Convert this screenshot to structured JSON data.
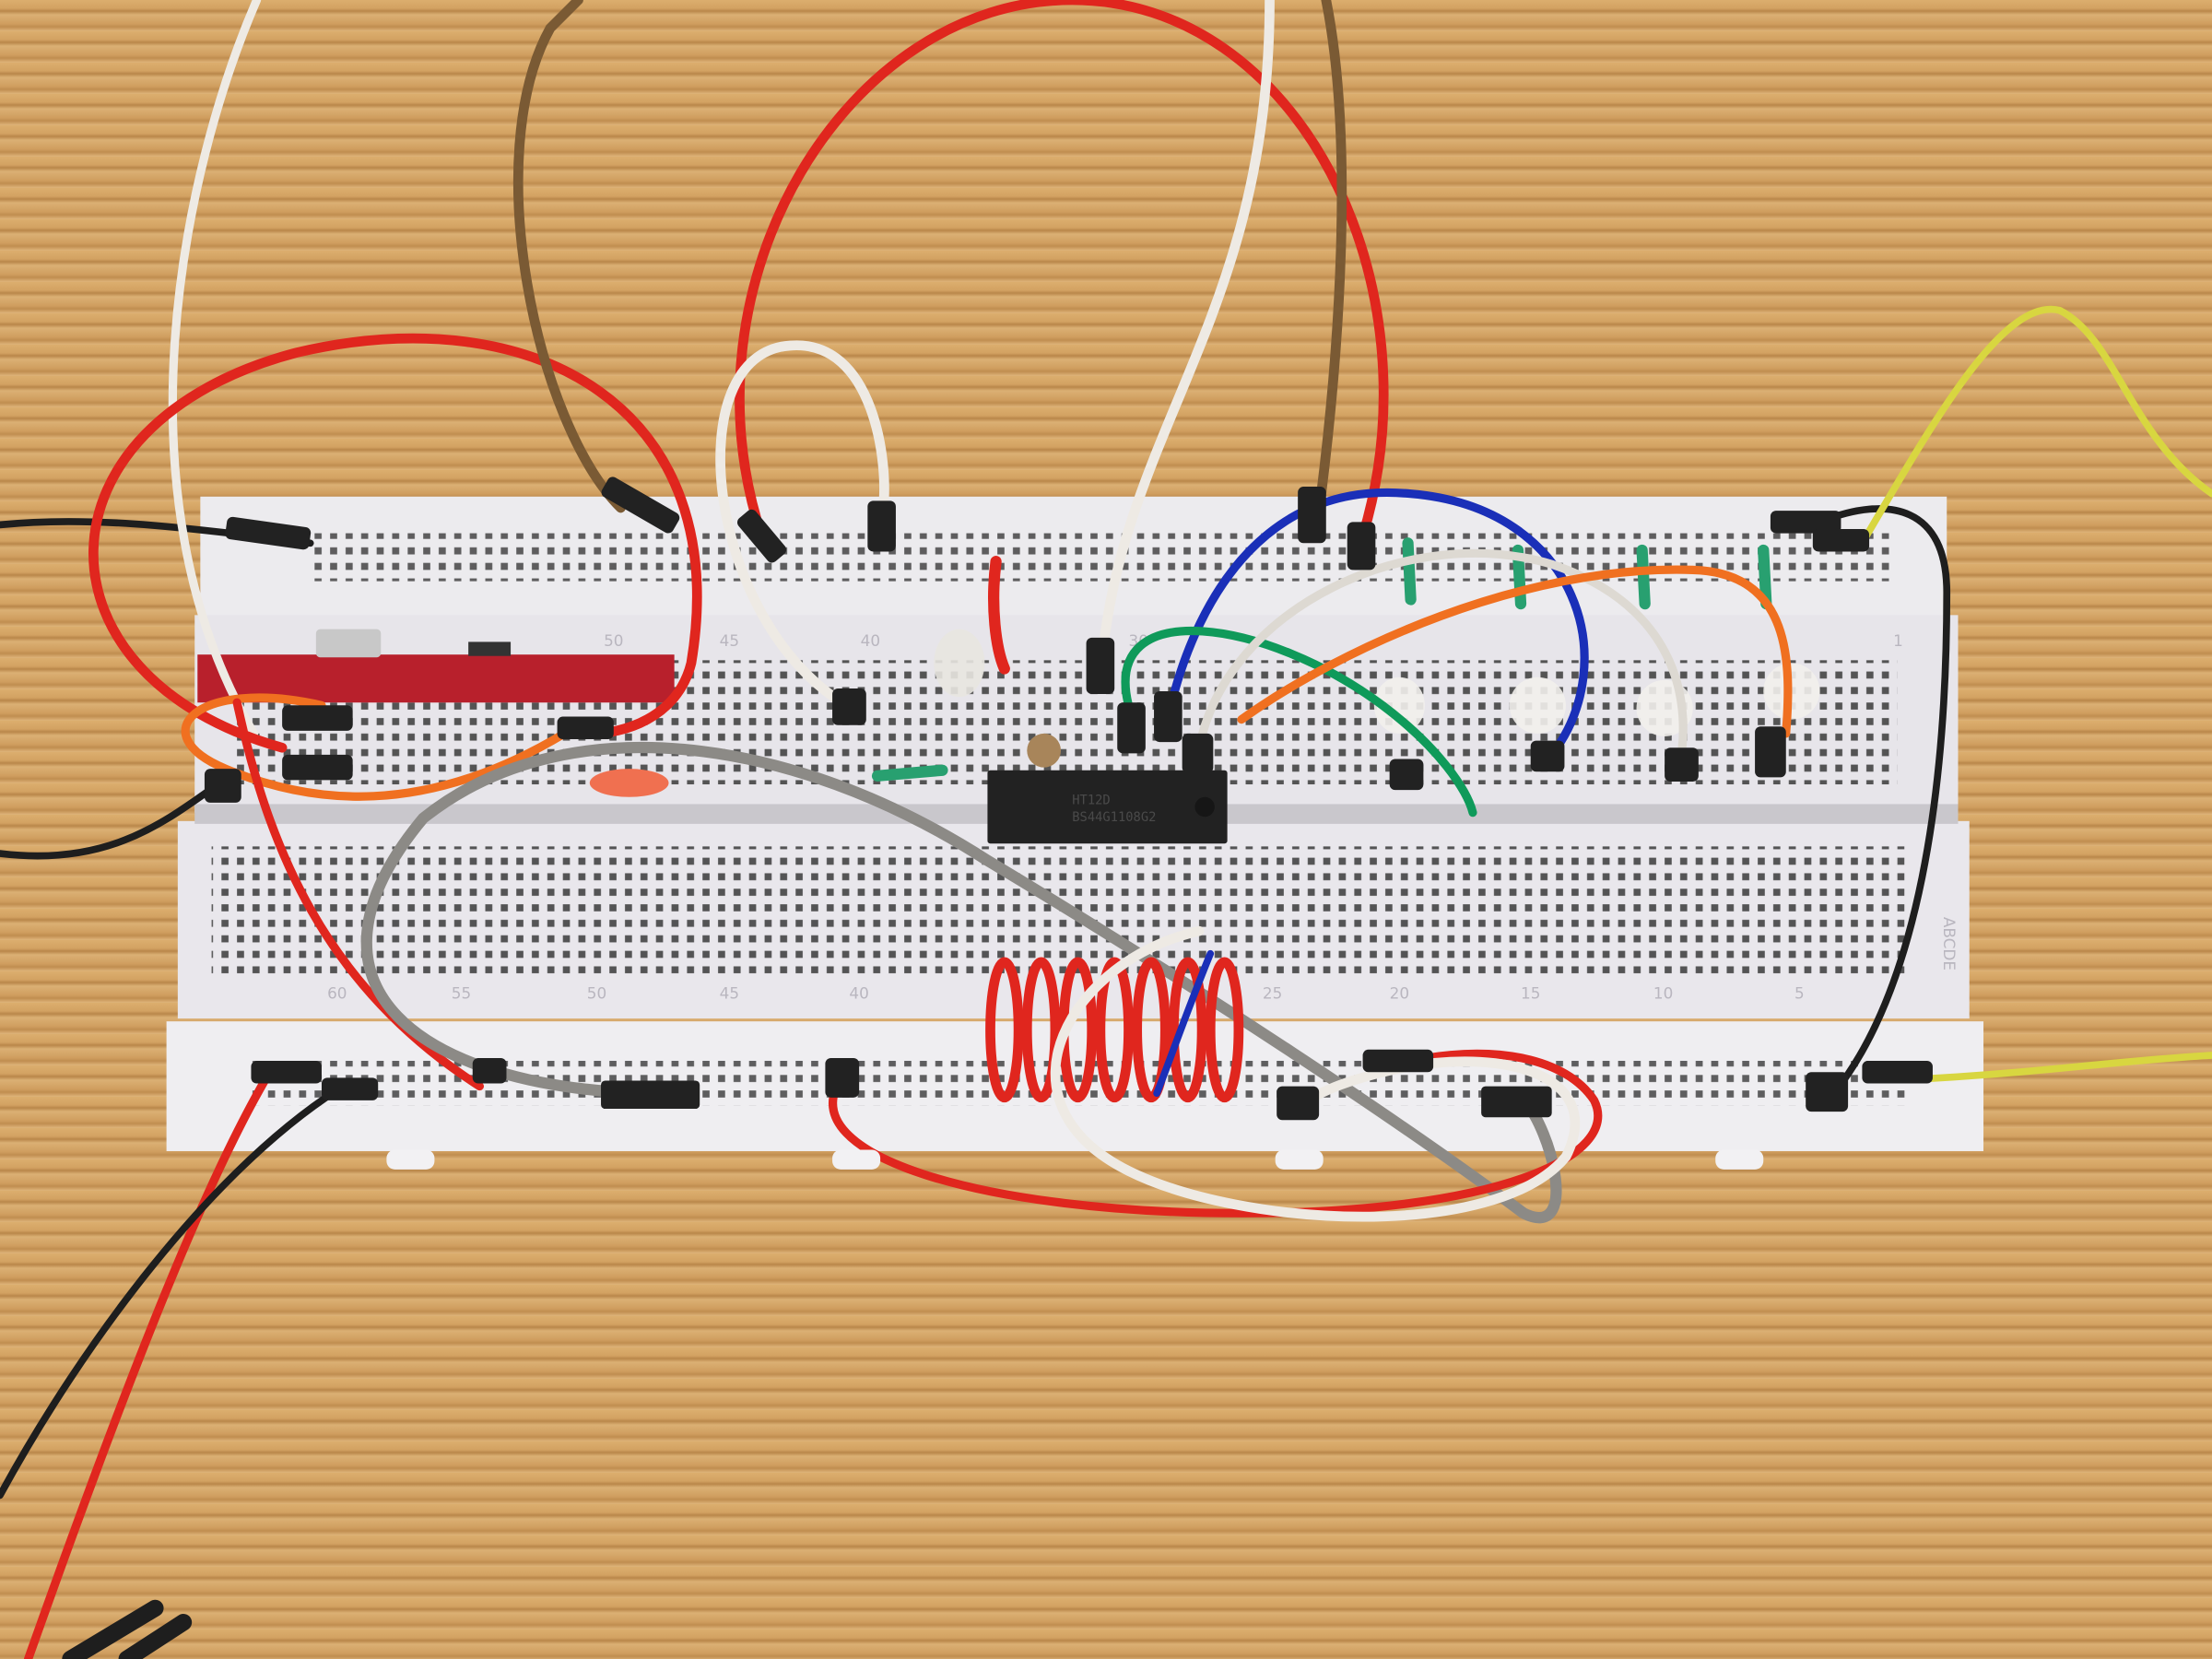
{
  "scene": "breadboard-circuit",
  "chip": {
    "line1": "HT12D",
    "line2": "BS44G1108G2"
  },
  "breadboard": {
    "bottom_numbers": [
      "60",
      "55",
      "50",
      "45",
      "40",
      "25",
      "20",
      "15",
      "10",
      "5"
    ],
    "top_numbers": [
      "50",
      "45",
      "40",
      "30",
      "1"
    ],
    "row_letters": "ABCDE"
  },
  "colors": {
    "wood": "#d3a262",
    "board": "#ecebee",
    "wire_red": "#e0261e",
    "wire_white": "#eeeae4",
    "wire_black": "#1e1e1e",
    "wire_brown": "#7a5a34",
    "wire_blue": "#1a2fb8",
    "wire_green": "#0f9a5a",
    "wire_orange": "#f07020",
    "wire_yellow": "#d8d640",
    "wire_gray": "#8c8a86",
    "module": "#b8202c"
  }
}
